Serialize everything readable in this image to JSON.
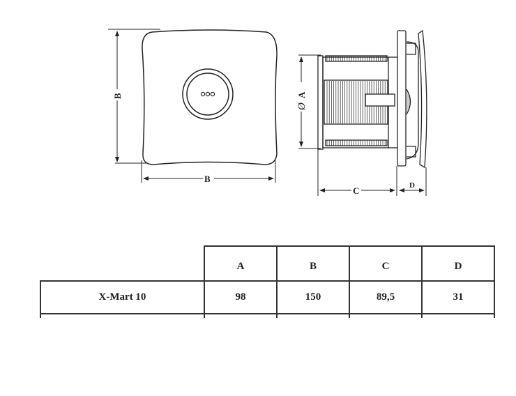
{
  "drawing": {
    "front_view": {
      "width_label": "B",
      "height_label": "B",
      "button_label": "ooo"
    },
    "side_view": {
      "diameter_symbol": "Ø",
      "diameter_label": "A",
      "depth_label": "C",
      "grille_label": "D"
    }
  },
  "table": {
    "headers": [
      "A",
      "B",
      "C",
      "D"
    ],
    "rows": [
      {
        "model": "X-Mart 10",
        "values": [
          "98",
          "150",
          "89,5",
          "31"
        ]
      }
    ]
  }
}
